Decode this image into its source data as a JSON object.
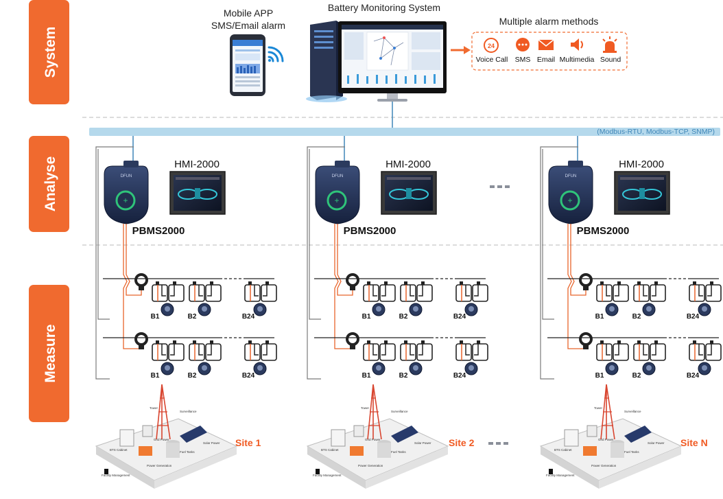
{
  "lanes": [
    {
      "id": "system",
      "label": "System"
    },
    {
      "id": "analyse",
      "label": "Analyse"
    },
    {
      "id": "measure",
      "label": "Measure"
    }
  ],
  "mobile": {
    "line1": "Mobile APP",
    "line2": "SMS/Email alarm"
  },
  "monitoring_title": "Battery Monitoring System",
  "alarm": {
    "title": "Multiple alarm methods",
    "methods": [
      {
        "label": "Voice Call",
        "icon": "phone-24-icon"
      },
      {
        "label": "SMS",
        "icon": "chat-icon"
      },
      {
        "label": "Email",
        "icon": "envelope-icon"
      },
      {
        "label": "Multimedia",
        "icon": "speaker-icon"
      },
      {
        "label": "Sound",
        "icon": "siren-icon"
      }
    ]
  },
  "bus": {
    "protocols": "(Modbus-RTU, Modbus-TCP, SNMP)"
  },
  "unit": {
    "hmi": "HMI-2000",
    "pbms": "PBMS2000",
    "device_logo": "DFUN"
  },
  "battery_labels": [
    "B1",
    "B2",
    "B24"
  ],
  "sites": [
    "Site 1",
    "Site 2",
    "Site N"
  ],
  "site_parts": [
    "Tower",
    "Surveillance",
    "BTS Cabinet",
    "Grid Power",
    "Fuel Tanks",
    "Solar Power",
    "Power Generation",
    "Facility Management"
  ],
  "colors": {
    "accent": "#f06a2f",
    "bus": "#b5d9ec",
    "navy": "#1f2d4d",
    "wire": "#e8632a"
  }
}
